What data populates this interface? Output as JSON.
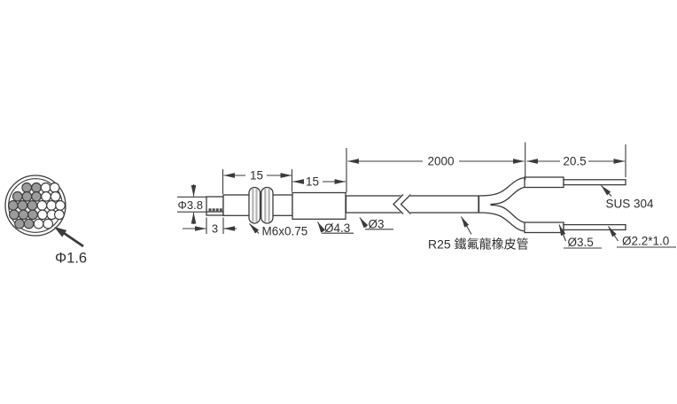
{
  "drawing": {
    "colors": {
      "line": "#3b3b3b",
      "fiber_fill": "#9b9b9b",
      "thread_fill": "#b3b3b3"
    },
    "labels": {
      "fiber_bundle_diameter": "Φ1.6",
      "tip_diameter": "Φ3.8",
      "tip_length": "3",
      "thread_section_length": "15",
      "body_section_length": "15",
      "cable_length": "2000",
      "branch_end_length": "20.5",
      "thread_spec": "M6x0.75",
      "body_diameter": "Ø4.3",
      "cable_diameter": "Ø3",
      "cable_note": "R25 鐵氟龍橡皮管",
      "material_note": "SUS 304",
      "branch_sleeve_diameter": "Ø3.5",
      "branch_tube_diameter": "Ø2.2*1.0"
    }
  }
}
